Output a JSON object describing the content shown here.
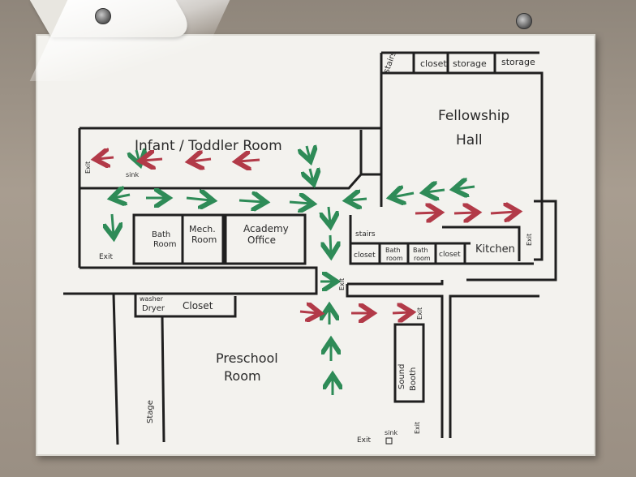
{
  "rooms": {
    "infant_toddler": "Infant / Toddler Room",
    "fellowship_line1": "Fellowship",
    "fellowship_line2": "Hall",
    "stairs_top": "stairs",
    "closet_top": "closet",
    "storage_1": "storage",
    "storage_2": "storage",
    "sink_infant": "sink",
    "bath_room_left_1": "Bath",
    "bath_room_left_2": "Room",
    "mech_room_1": "Mech.",
    "mech_room_2": "Room",
    "academy_office_1": "Academy",
    "academy_office_2": "Office",
    "stairs_mid": "stairs",
    "closet_mid": "closet",
    "bath_room_a_1": "Bath",
    "bath_room_a_2": "room",
    "bath_room_b_1": "Bath",
    "bath_room_b_2": "room",
    "closet_mid2": "closet",
    "kitchen": "Kitchen",
    "washer_dryer_1": "washer",
    "washer_dryer_2": "Dryer",
    "closet_preschool": "Closet",
    "preschool_1": "Preschool",
    "preschool_2": "Room",
    "sound_booth_1": "Sound",
    "sound_booth_2": "Booth",
    "stage": "Stage",
    "sink_bottom": "sink"
  },
  "exits": {
    "exit_infant": "Exit",
    "exit_left": "Exit",
    "exit_center": "Exit",
    "exit_kitchen": "Exit",
    "exit_right_mid": "Exit",
    "exit_bottom": "Exit",
    "exit_bottom_right": "Exit"
  },
  "colors": {
    "green_arrow": "#2e8b57",
    "red_arrow": "#b23a48",
    "ink": "#1f1f1f"
  }
}
